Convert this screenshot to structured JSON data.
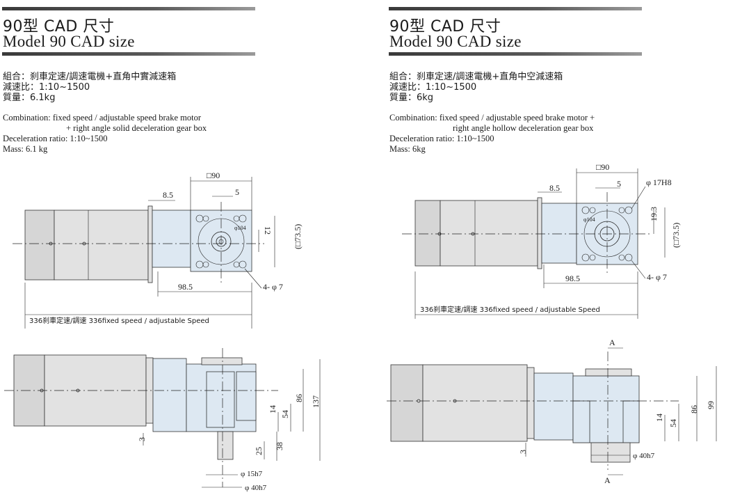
{
  "left": {
    "title_cn": "90型 CAD 尺寸",
    "title_en": "Model 90  CAD size",
    "spec_cn": [
      "組合：刹車定速/調速電機+直角中實減速箱",
      "減速比：1:10~1500",
      "質量：6.1kg"
    ],
    "spec_en_1": "Combination: fixed speed / adjustable speed brake motor",
    "spec_en_2": "+ right angle solid deceleration gear box",
    "spec_en_3": "Deceleration ratio: 1:10~1500",
    "spec_en_4": "Mass: 6.1 kg",
    "dims": {
      "sq90": "□90",
      "d5": "5",
      "d85": "8.5",
      "d12": "12",
      "d735": "(□73.5)",
      "d104": "φ104",
      "d985": "98.5",
      "holes": "4- φ 7",
      "total": "336刹車定速/調速  336fixed  speed / adjustable Speed",
      "d3": "3",
      "d14": "14",
      "d54": "54",
      "d86": "86",
      "d137": "137",
      "d25": "25",
      "d38": "38",
      "shaft": "φ 15h7",
      "flange": "φ 40h7"
    }
  },
  "right": {
    "title_cn": "90型 CAD 尺寸",
    "title_en": "Model 90  CAD size",
    "spec_cn": [
      "組合：刹車定速/調速電機+直角中空減速箱",
      "減速比：1:10~1500",
      "質量：6kg"
    ],
    "spec_en_1": "Combination: fixed speed / adjustable speed brake motor +",
    "spec_en_2": "right angle hollow deceleration gear box",
    "spec_en_3": "Deceleration ratio: 1:10~1500",
    "spec_en_4": "Mass: 6kg",
    "dims": {
      "sq90": "□90",
      "d5": "5",
      "d85": "8.5",
      "bore": "φ 17H8",
      "d193": "19.3",
      "d735": "(□73.5)",
      "d104": "φ104",
      "d985": "98.5",
      "holes": "4- φ 7",
      "total": "336刹車定速/調速  336fixed  speed / adjustable Speed",
      "secA": "A",
      "secA2": "A",
      "d3": "3",
      "d14": "14",
      "d54": "54",
      "d86": "86",
      "d99": "99",
      "flange": "φ 40h7"
    }
  }
}
